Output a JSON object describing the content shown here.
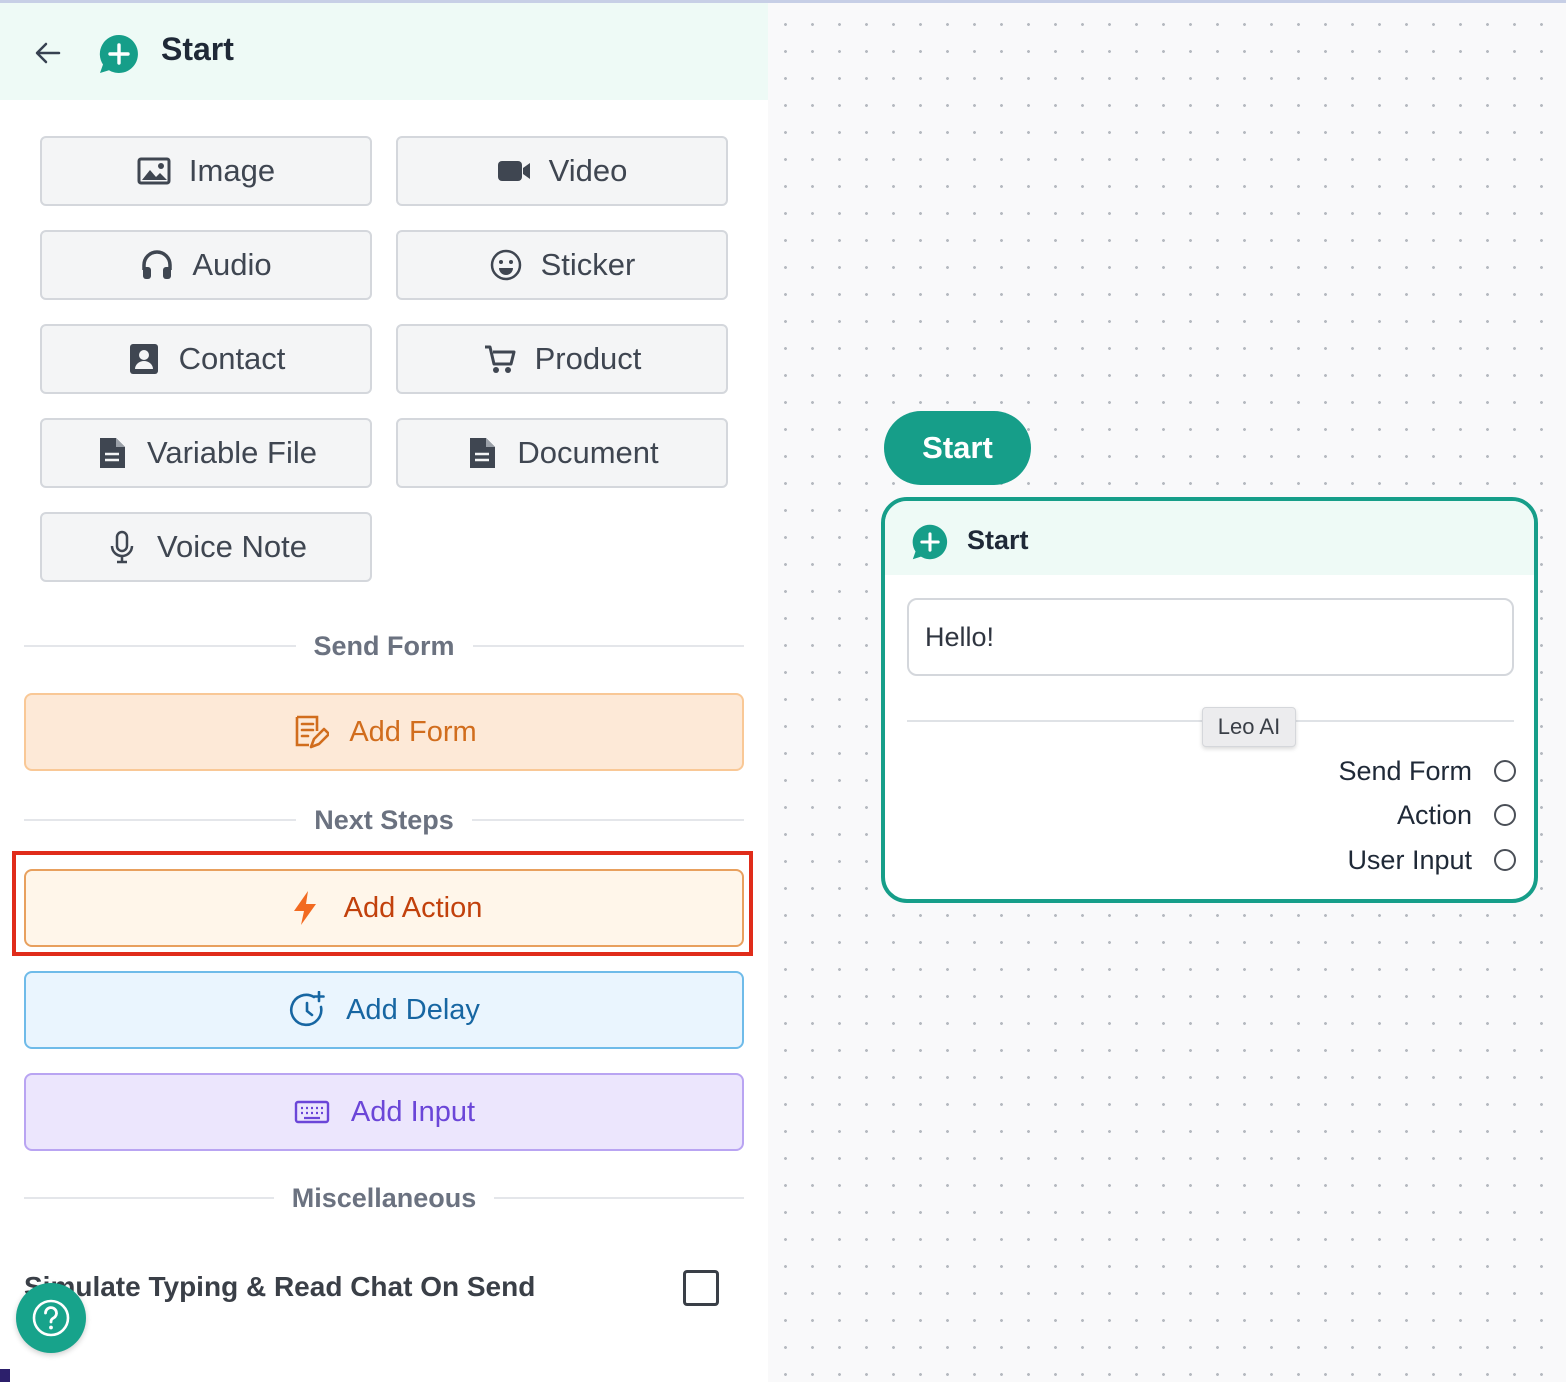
{
  "panel": {
    "title": "Start",
    "media_buttons": [
      {
        "label": "Image",
        "icon": "image-icon"
      },
      {
        "label": "Video",
        "icon": "video-icon"
      },
      {
        "label": "Audio",
        "icon": "headphones-icon"
      },
      {
        "label": "Sticker",
        "icon": "smiley-icon"
      },
      {
        "label": "Contact",
        "icon": "contact-card-icon"
      },
      {
        "label": "Product",
        "icon": "cart-icon"
      },
      {
        "label": "Variable File",
        "icon": "file-icon"
      },
      {
        "label": "Document",
        "icon": "file-icon"
      },
      {
        "label": "Voice Note",
        "icon": "microphone-icon"
      }
    ],
    "sections": {
      "send_form": "Send Form",
      "next_steps": "Next Steps",
      "misc": "Miscellaneous"
    },
    "actions": {
      "add_form": "Add Form",
      "add_action": "Add Action",
      "add_delay": "Add Delay",
      "add_input": "Add Input"
    },
    "simulate_typing": "Simulate Typing & Read Chat On Send"
  },
  "canvas": {
    "start_pill": "Start",
    "node": {
      "title": "Start",
      "message": "Hello!",
      "badge": "Leo AI",
      "outputs": [
        "Send Form",
        "Action",
        "User Input"
      ]
    }
  },
  "colors": {
    "brand": "#169e89",
    "form_accent": "#d16d1d",
    "action_accent": "#c2410c",
    "delay_accent": "#1766a2",
    "input_accent": "#6b46d8",
    "highlight": "#e02c1a"
  }
}
